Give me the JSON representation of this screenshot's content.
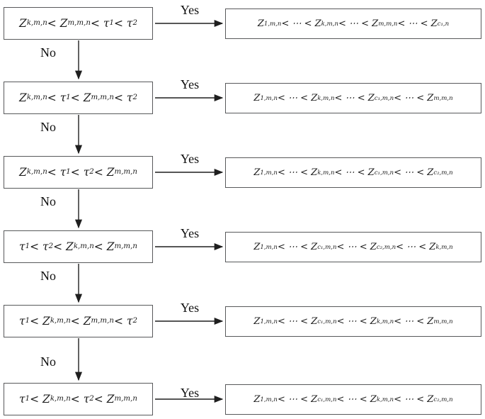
{
  "diagram": {
    "background": "#ffffff",
    "border_color": "#58595b",
    "arrow_color": "#1f1f1f",
    "text_color": "#1a1a1a",
    "yes_label": "Yes",
    "no_label": "No",
    "rows": [
      {
        "condition": "Z_{k,m,n} < Z_{m,m,n} < τ_{1} < τ_{2}",
        "result": "Z_{1,m,n} < ⋯ < Z_{k,m,n} < ⋯ < Z_{m,m,n} < ⋯ < Z_{c₁,n}"
      },
      {
        "condition": "Z_{k,m,n} < τ_{1} < Z_{m,m,n} < τ_{2}",
        "result": "Z_{1,m,n} < ⋯ < Z_{k,m,n} < ⋯ < Z_{c₁,m,n} < ⋯ < Z_{m,m,n}"
      },
      {
        "condition": "Z_{k,m,n} < τ_{1} < τ_{2} < Z_{m,m,n}",
        "result": "Z_{1,m,n} < ⋯ < Z_{k,m,n} < ⋯ < Z_{c₁,m,n} < ⋯ < Z_{c₂,m,n}"
      },
      {
        "condition": "τ_{1} < τ_{2} < Z_{k,m,n} < Z_{m,m,n}",
        "result": "Z_{1,m,n} < ⋯ < Z_{c₁,m,n} < ⋯ < Z_{c₂,m,n} < ⋯ < Z_{k,m,n}"
      },
      {
        "condition": "τ_{1} < Z_{k,m,n} < Z_{m,m,n} < τ_{2}",
        "result": "Z_{1,m,n} < ⋯ < Z_{c₁,m,n} < ⋯ < Z_{k,m,n} < ⋯ < Z_{m,m,n}"
      },
      {
        "condition": "τ_{1} < Z_{k,m,n} < τ_{2} < Z_{m,m,n}",
        "result": "Z_{1,m,n} < ⋯ < Z_{c₁,m,n} < ⋯ < Z_{k,m,n} < ⋯ < Z_{c₂,m,n}"
      }
    ]
  }
}
